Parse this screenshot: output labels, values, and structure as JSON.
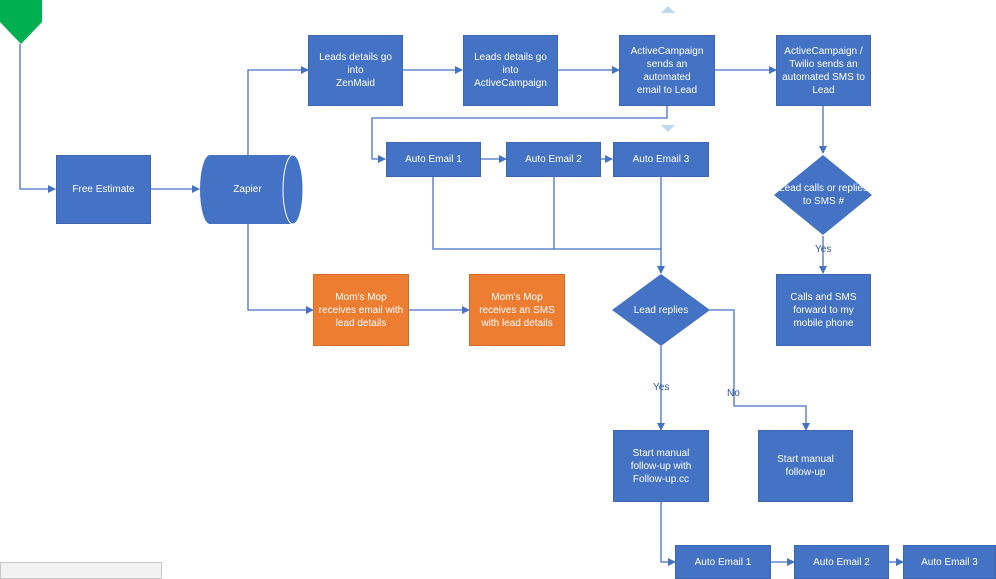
{
  "colors": {
    "blue": "#4472C4",
    "orange": "#ED7D31",
    "green": "#00B050",
    "connector": "#4472C4",
    "faint": "#BDD7EE"
  },
  "nodes": {
    "free_estimate": "Free Estimate",
    "zapier": "Zapier",
    "zenmaid": "Leads details go into\nZenMaid",
    "activecampaign": "Leads details go into\nActiveCampaign",
    "ac_email": "ActiveCampaign\nsends an automated\nemail to Lead",
    "twilio_sms": "ActiveCampaign /\nTwilio sends an\nautomated SMS to\nLead",
    "auto_email_1": "Auto Email 1",
    "auto_email_2": "Auto Email 2",
    "auto_email_3": "Auto Email 3",
    "lead_calls": "Lead calls or\nreplies to SMS #",
    "calls_forward": "Calls and SMS\nforward to my\nmobile phone",
    "moms_mop_email": "Mom's Mop\nreceives email with\nlead details",
    "moms_mop_sms": "Mom's Mop\nreceives an SMS\nwith lead details",
    "lead_replies": "Lead replies",
    "manual_followup_cc": "Start manual\nfollow-up with\nFollow-up.cc",
    "manual_followup": "Start manual\nfollow-up",
    "bottom_email_1": "Auto Email 1",
    "bottom_email_2": "Auto Email 2",
    "bottom_email_3": "Auto Email 3"
  },
  "edge_labels": {
    "yes_calls": "Yes",
    "yes_replies": "Yes",
    "no_replies": "No"
  }
}
